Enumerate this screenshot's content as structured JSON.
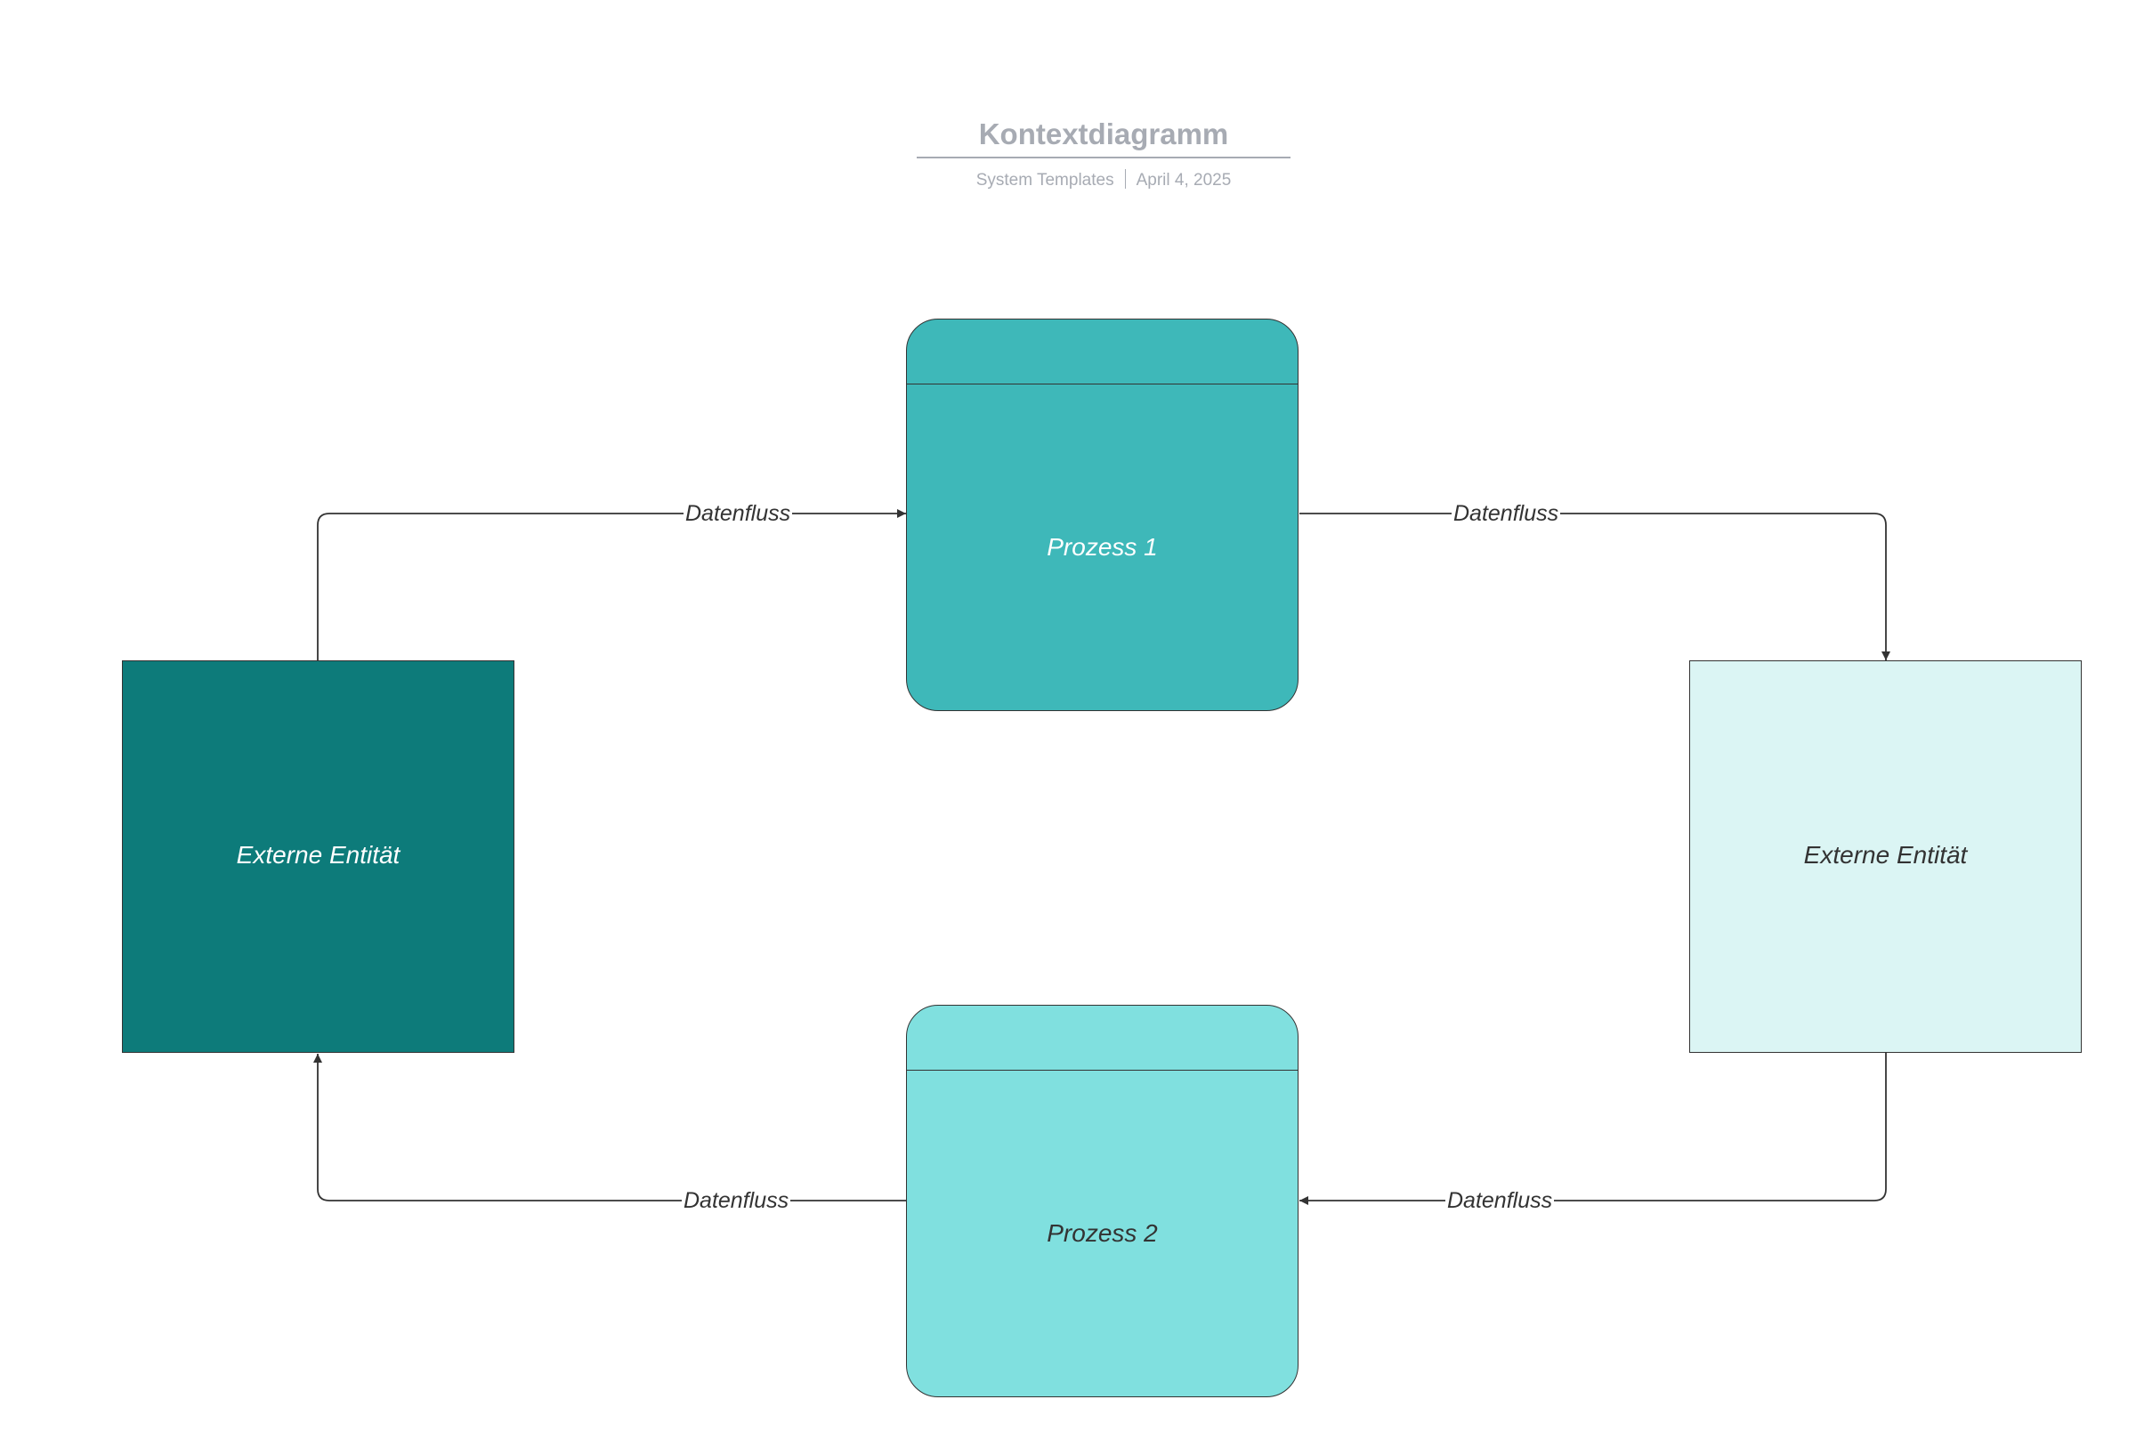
{
  "header": {
    "title": "Kontextdiagramm",
    "source": "System Templates",
    "date": "April 4, 2025"
  },
  "nodes": {
    "process_1": {
      "label": "Prozess 1",
      "fill": "#3eb8b9"
    },
    "process_2": {
      "label": "Prozess 2",
      "fill": "#80e0df"
    },
    "entity_left": {
      "label": "Externe Entität",
      "fill": "#0d7b7a"
    },
    "entity_right": {
      "label": "Externe Entität",
      "fill": "#dbf5f4"
    }
  },
  "flows": {
    "entity_left_to_process_1": "Datenfluss",
    "process_1_to_entity_right": "Datenfluss",
    "entity_right_to_process_2": "Datenfluss",
    "process_2_to_entity_left": "Datenfluss"
  },
  "colors": {
    "line": "#333333",
    "title": "#a7abb3",
    "dark_text": "#333333",
    "light_text": "#ffffff"
  }
}
